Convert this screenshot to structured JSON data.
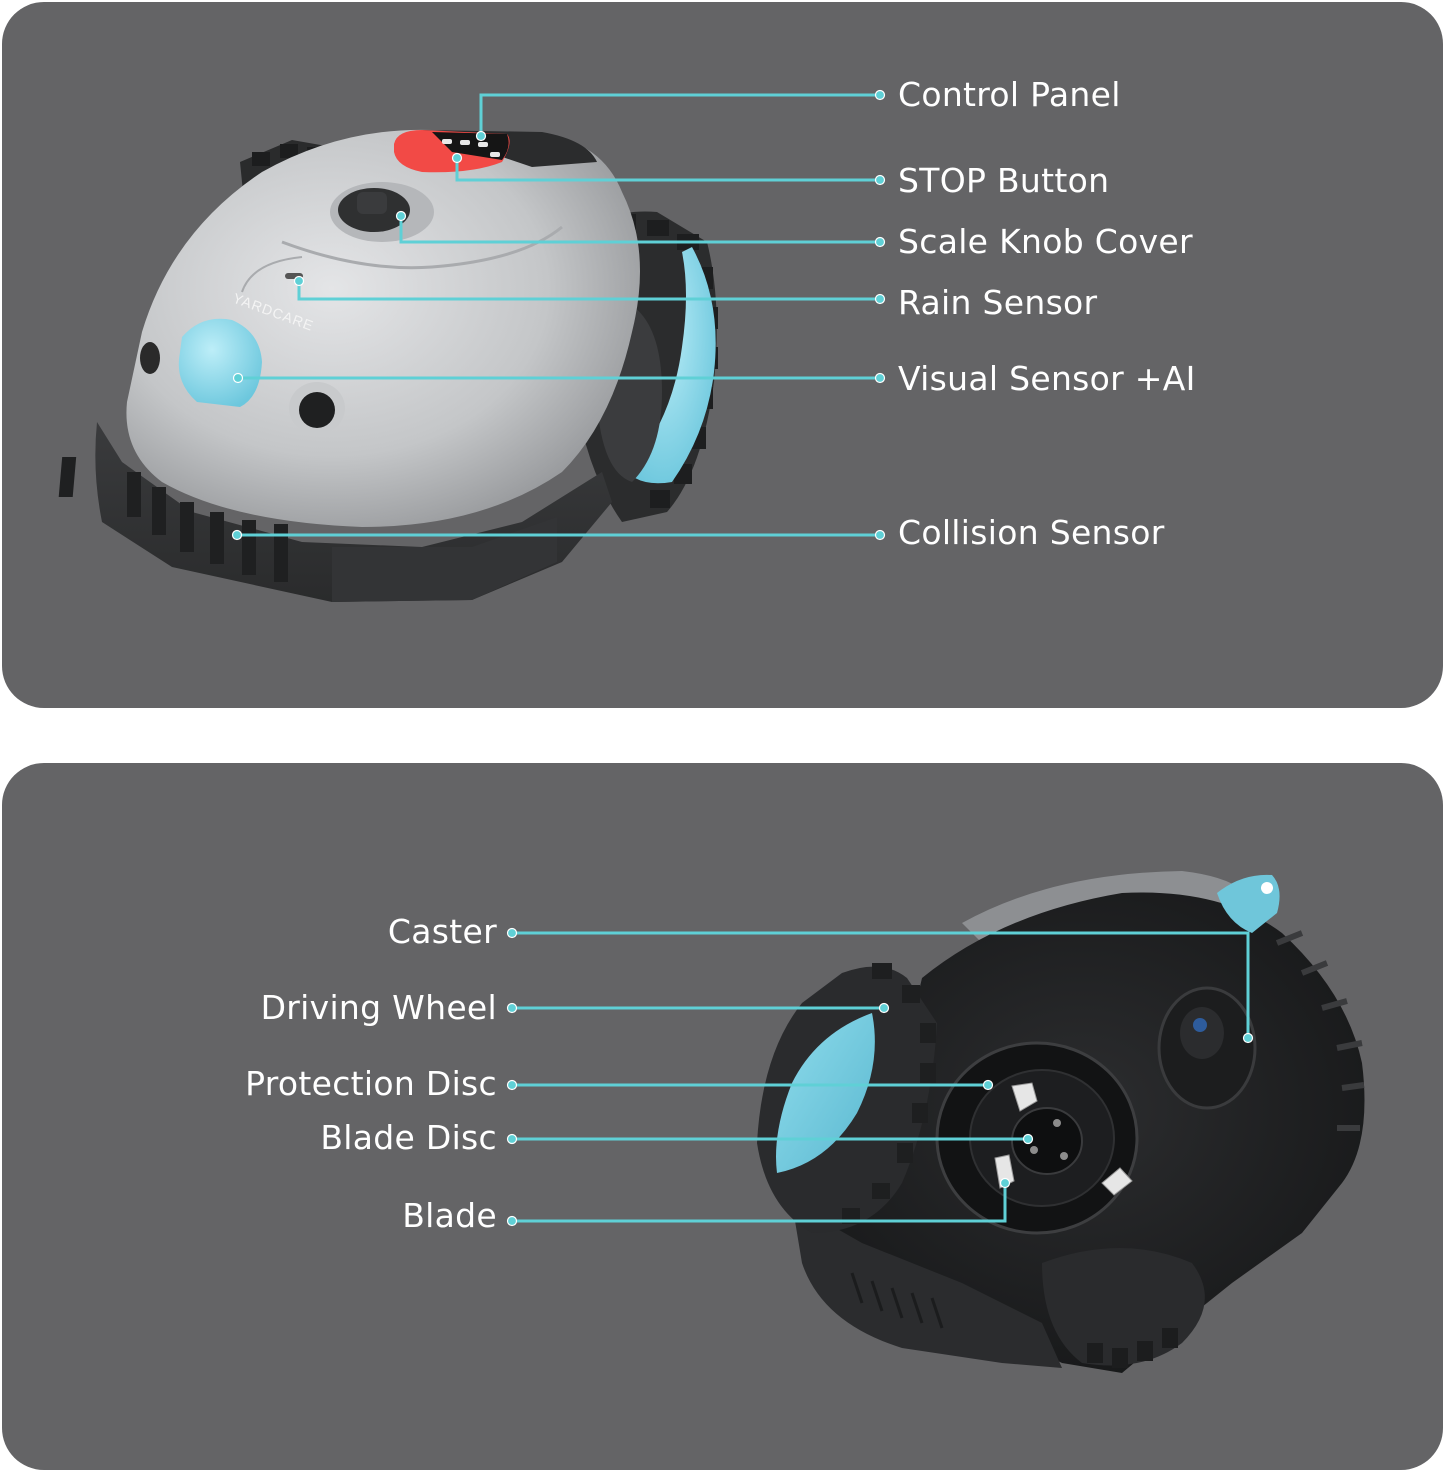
{
  "colors": {
    "panel_bg": "#646466",
    "page_bg": "#ffffff",
    "callout_line": "#5fd0d6",
    "label_text": "#ffffff",
    "accent_blue": "#7ed3e6",
    "stop_red": "#f24a46",
    "body_silver": "#c9cbcd",
    "chassis_dark": "#232425"
  },
  "top_panel": {
    "view": "top view",
    "brand_logo": "YARDCARE",
    "callouts": [
      {
        "label": "Control Panel"
      },
      {
        "label": "STOP Button"
      },
      {
        "label": "Scale Knob Cover"
      },
      {
        "label": "Rain Sensor"
      },
      {
        "label": "Visual Sensor +AI"
      },
      {
        "label": "Collision Sensor"
      }
    ]
  },
  "bottom_panel": {
    "view": "bottom view",
    "callouts": [
      {
        "label": "Caster"
      },
      {
        "label": "Driving Wheel"
      },
      {
        "label": "Protection Disc"
      },
      {
        "label": "Blade Disc"
      },
      {
        "label": "Blade"
      }
    ]
  }
}
